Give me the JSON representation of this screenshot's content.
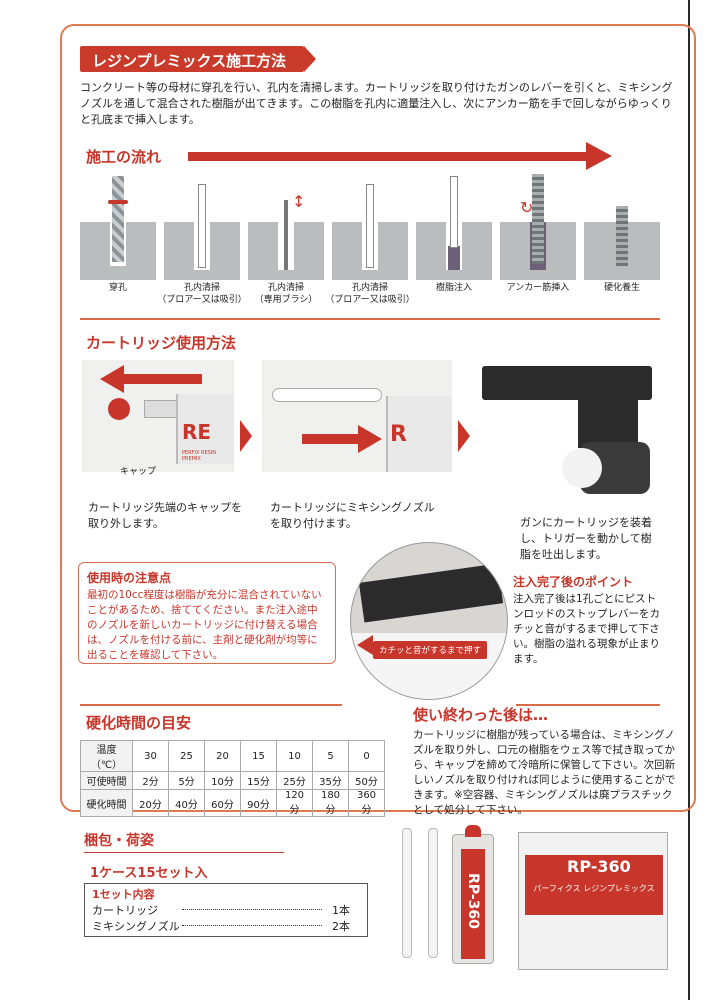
{
  "main_title": "レジンプレミックス施工方法",
  "intro_text": "コンクリート等の母材に穿孔を行い、孔内を清掃します。カートリッジを取り付けたガンのレバーを引くと、ミキシングノズルを通して混合された樹脂が出てきます。この樹脂を孔内に適量注入し、次にアンカー筋を手で回しながらゆっくりと孔底まで挿入します。",
  "flow": {
    "title": "施工の流れ",
    "steps": [
      {
        "label": "穿孔",
        "sub": ""
      },
      {
        "label": "孔内清掃",
        "sub": "（ブロアー又は吸引）"
      },
      {
        "label": "孔内清掃",
        "sub": "（専用ブラシ）"
      },
      {
        "label": "孔内清掃",
        "sub": "（ブロアー又は吸引）"
      },
      {
        "label": "樹脂注入",
        "sub": ""
      },
      {
        "label": "アンカー筋挿入",
        "sub": ""
      },
      {
        "label": "硬化養生",
        "sub": ""
      }
    ]
  },
  "cartridge": {
    "title": "カートリッジ使用方法",
    "cap_label": "キャップ",
    "step1": "カートリッジ先端のキャップを取り外します。",
    "step2": "カートリッジにミキシングノズルを取り付けます。",
    "step3": "ガンにカートリッジを装着し、トリガーを動かして樹脂を吐出します。",
    "product_text": "PERFIX RESIN PREMIX"
  },
  "caution": {
    "title": "使用時の注意点",
    "text": "最初の10cc程度は樹脂が充分に混合されていないことがあるため、捨ててください。また注入途中のノズルを新しいカートリッジに付け替える場合は、ノズルを付ける前に、主剤と硬化剤が均等に出ることを確認して下さい。"
  },
  "point": {
    "title": "注入完了後のポイント",
    "text": "注入完了後は1孔ごとにピストンロッドのストップレバーをカチッと音がするまで押して下さい。樹脂の溢れる現象が止まります。",
    "push_label": "カチッと音がするまで押す"
  },
  "cure": {
    "title": "硬化時間の目安",
    "rows": [
      {
        "head": "温度（℃）",
        "cells": [
          "30",
          "25",
          "20",
          "15",
          "10",
          "5",
          "0"
        ]
      },
      {
        "head": "可使時間",
        "cells": [
          "2分",
          "5分",
          "10分",
          "15分",
          "25分",
          "35分",
          "50分"
        ]
      },
      {
        "head": "硬化時間",
        "cells": [
          "20分",
          "40分",
          "60分",
          "90分",
          "120分",
          "180分",
          "360分"
        ]
      }
    ]
  },
  "after": {
    "title": "使い終わった後は…",
    "text": "カートリッジに樹脂が残っている場合は、ミキシングノズルを取り外し、口元の樹脂をウェス等で拭き取ってから、キャップを締めて冷暗所に保管して下さい。次回新しいノズルを取り付ければ同じように使用することができます。※空容器、ミキシングノズルは廃プラスチックとして処分して下さい。"
  },
  "packing": {
    "title": "梱包・荷姿",
    "case": "1ケース15セット入",
    "set_title": "1セット内容",
    "items": [
      {
        "name": "カートリッジ",
        "qty": "1本"
      },
      {
        "name": "ミキシングノズル",
        "qty": "2本"
      }
    ],
    "product_name": "RP-360",
    "box_text": "パーフィクス レジンプレミックス"
  },
  "colors": {
    "accent": "#c8352a",
    "border": "#e07a50"
  }
}
